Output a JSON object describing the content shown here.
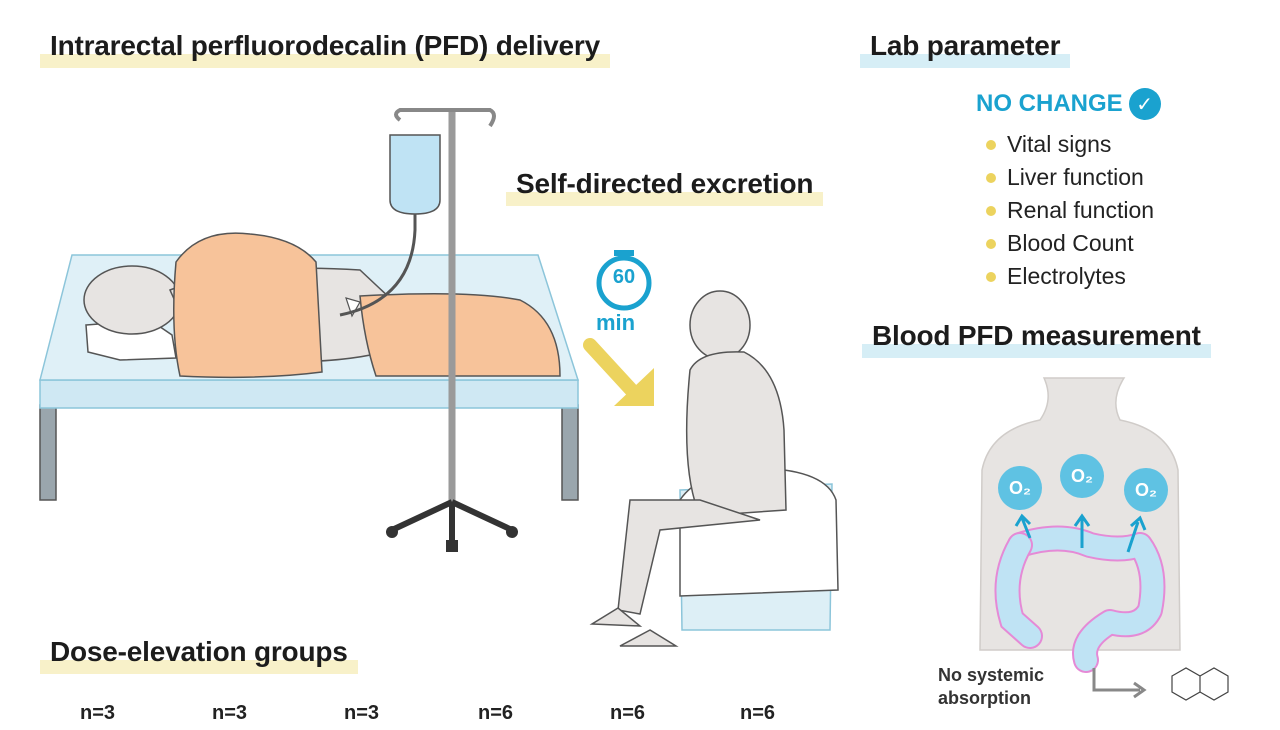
{
  "headings": {
    "delivery": "Intrarectal perfluorodecalin (PFD) delivery",
    "excretion": "Self-directed excretion",
    "lab": "Lab parameter",
    "blood": "Blood PFD measurement",
    "dose": "Dose-elevation groups"
  },
  "lab_parameter": {
    "status": "NO CHANGE",
    "items": [
      "Vital signs",
      "Liver function",
      "Renal function",
      "Blood Count",
      "Electrolytes"
    ]
  },
  "timer": {
    "value": "60",
    "unit": "min"
  },
  "blood": {
    "o2_label": "O₂",
    "absorption_label_1": "No systemic",
    "absorption_label_2": "absorption"
  },
  "dose_groups": [
    "n=3",
    "n=3",
    "n=3",
    "n=6",
    "n=6",
    "n=6"
  ],
  "colors": {
    "accent_blue": "#1aa2cf",
    "bullet_yellow": "#ecd35e",
    "blanket": "#f7c39a",
    "bed": "#dff0f7",
    "body": "#e7e4e2",
    "colon": "#bfe3f4",
    "colon_outline": "#e58ad6"
  },
  "icons": [
    "check-icon",
    "stopwatch-icon",
    "iv-bag-icon",
    "arrow-icon",
    "molecule-icon"
  ]
}
